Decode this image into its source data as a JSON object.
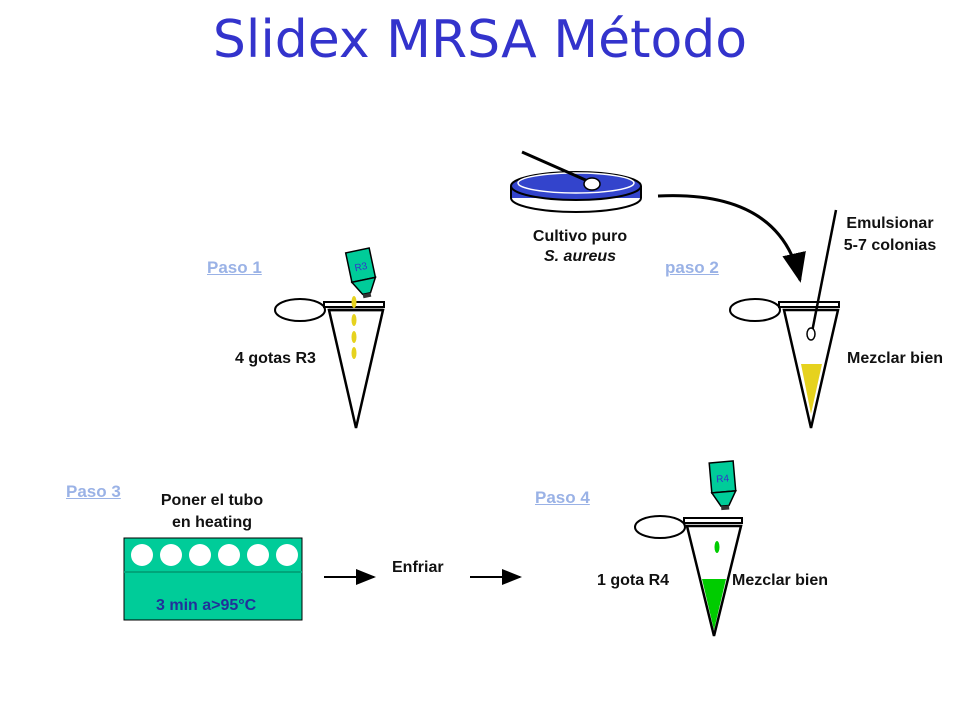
{
  "title": "Slidex MRSA Método",
  "steps": {
    "step1": "Paso 1",
    "step2": "paso 2",
    "step3": "Paso 3",
    "step4": "Paso 4"
  },
  "culture": {
    "line1": "Cultivo puro",
    "line2": "S. aureus"
  },
  "emulsify": {
    "line1": "Emulsionar",
    "line2": "5-7 colonias"
  },
  "step1_label": "4 gotas R3",
  "step2_label": "Mezclar bien",
  "heater": {
    "line1": "Poner el tubo",
    "line2": "en heating",
    "time": "3 min a>95°C"
  },
  "cool": "Enfriar",
  "step4_drop": "1 gota R4",
  "step4_mix": "Mezclar bien",
  "bottle_r3": "R3",
  "bottle_r4": "R4",
  "colors": {
    "title": "#3333cc",
    "step": "#9ab2e6",
    "reagent_yellow": "#e6d21e",
    "reagent_green": "#00cc00",
    "heater": "#00cc99",
    "plate": "#3344cc"
  }
}
